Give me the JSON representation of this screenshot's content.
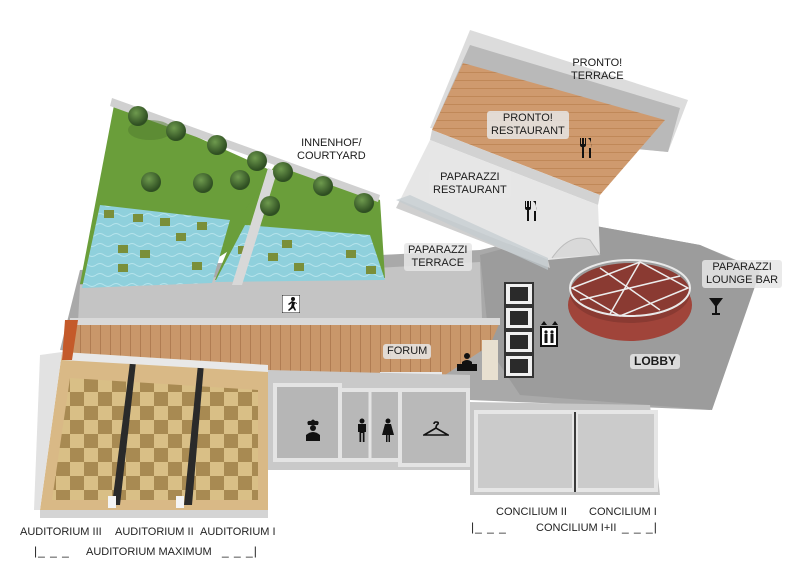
{
  "labels": {
    "pronto_terrace": [
      "PRONTO!",
      "TERRACE"
    ],
    "pronto_restaurant": [
      "PRONTO!",
      "RESTAURANT"
    ],
    "innenhof": [
      "INNENHOF/",
      "COURTYARD"
    ],
    "paparazzi_restaurant": [
      "PAPARAZZI",
      "RESTAURANT"
    ],
    "paparazzi_terrace": [
      "PAPARAZZI",
      "TERRACE"
    ],
    "paparazzi_lounge": [
      "PAPARAZZI",
      "LOUNGE BAR"
    ],
    "forum": "FORUM",
    "lobby": "LOBBY"
  },
  "bottom": {
    "aud3": "AUDITORIUM III",
    "aud2": "AUDITORIUM II",
    "aud1": "AUDITORIUM I",
    "aud_max": "AUDITORIUM MAXIMUM",
    "concilium2": "CONCILIUM II",
    "concilium1": "CONCILIUM I",
    "concilium12": "CONCILIUM I+II"
  },
  "icons": [
    "cutlery-icon",
    "cutlery-icon",
    "cocktail-icon",
    "emergency-exit-icon",
    "reception-icon",
    "elevator-icon",
    "chef-icon",
    "male-restroom-icon",
    "female-restroom-icon",
    "cloakroom-hanger-icon"
  ],
  "colors": {
    "lawn": "#6a9e3a",
    "water": "#8fd0dc",
    "wood_floor": "#c8956a",
    "checker_light": "#d9bf86",
    "checker_dark": "#a88a52",
    "concrete": "#9a9a9a",
    "wall": "#dcdcdc",
    "lounge_red": "#a0443a"
  }
}
